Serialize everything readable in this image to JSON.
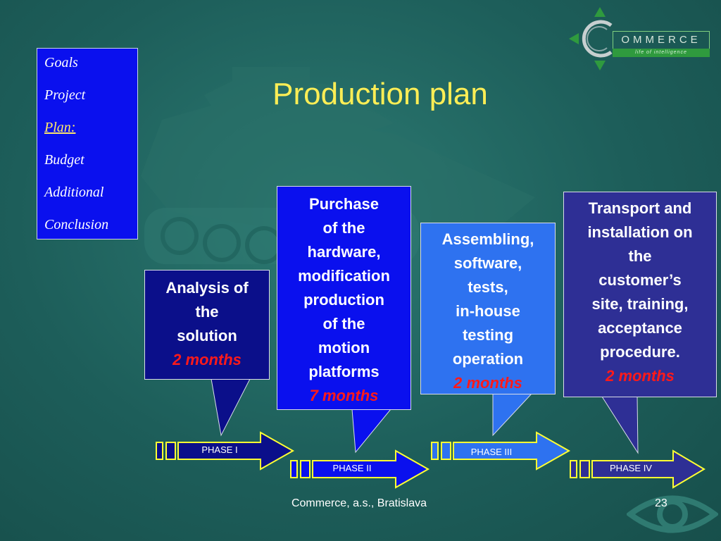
{
  "nav": {
    "items": [
      {
        "label": "Goals"
      },
      {
        "label": "Project"
      },
      {
        "label": "Plan:"
      },
      {
        "label": "Budget"
      },
      {
        "label": "Additional"
      },
      {
        "label": "Conclusion"
      }
    ],
    "active_index": 2
  },
  "title": "Production plan",
  "logo": {
    "text": "OMMERCE",
    "tagline": "life of intelligence"
  },
  "callouts": [
    {
      "lines": [
        "Analysis of",
        "the",
        "solution"
      ],
      "duration": "2 months"
    },
    {
      "lines": [
        "Purchase",
        "of the",
        "hardware,",
        "modification",
        "production",
        "of the",
        "motion",
        "platforms"
      ],
      "duration": "7 months"
    },
    {
      "lines": [
        "Assembling,",
        "software,",
        "tests,",
        "in-house",
        "testing",
        "operation"
      ],
      "duration": "2 months"
    },
    {
      "lines": [
        "Transport and",
        "installation on",
        "the",
        "customer’s",
        "site, training,",
        "acceptance",
        "procedure."
      ],
      "duration": "2 months"
    }
  ],
  "phases": [
    "PHASE I",
    "PHASE II",
    "PHASE III",
    "PHASE IV"
  ],
  "footer": "Commerce, a.s., Bratislava",
  "page_number": "23",
  "colors": {
    "background": "#1d5e5a",
    "title": "#ffee55",
    "nav_box": "#0a10ee",
    "duration": "#ff1a1a",
    "arrow_outline": "#ffff33",
    "phase_i_fill": "#0b0f8a",
    "phase_ii_fill": "#0a10ee",
    "phase_iii_fill": "#2e72f0",
    "phase_iv_fill": "#2e2f95"
  }
}
